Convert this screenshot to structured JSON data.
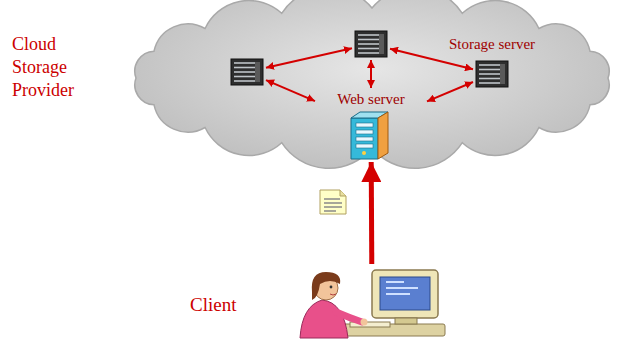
{
  "diagram": {
    "nodes": [
      {
        "text": [
          "Cloud Storage Provider"
        ]
      },
      {
        "text": [],
        "in": 0
      },
      {
        "text": [],
        "in": 0
      },
      {
        "text": [
          "Storage server"
        ],
        "in": 0
      },
      {
        "text": [
          "Web server"
        ],
        "in": 0
      },
      {
        "text": [
          "Client"
        ]
      }
    ],
    "edges": [
      {
        "from": 1,
        "to": 2,
        "arrow": "both"
      },
      {
        "from": 2,
        "to": 3,
        "arrow": "both"
      },
      {
        "from": 2,
        "to": 4,
        "arrow": "both"
      },
      {
        "from": 4,
        "to": 1,
        "arrow": "both"
      },
      {
        "from": 4,
        "to": 3,
        "arrow": "both"
      },
      {
        "from": 5,
        "to": 4,
        "arrow": "to"
      }
    ]
  }
}
